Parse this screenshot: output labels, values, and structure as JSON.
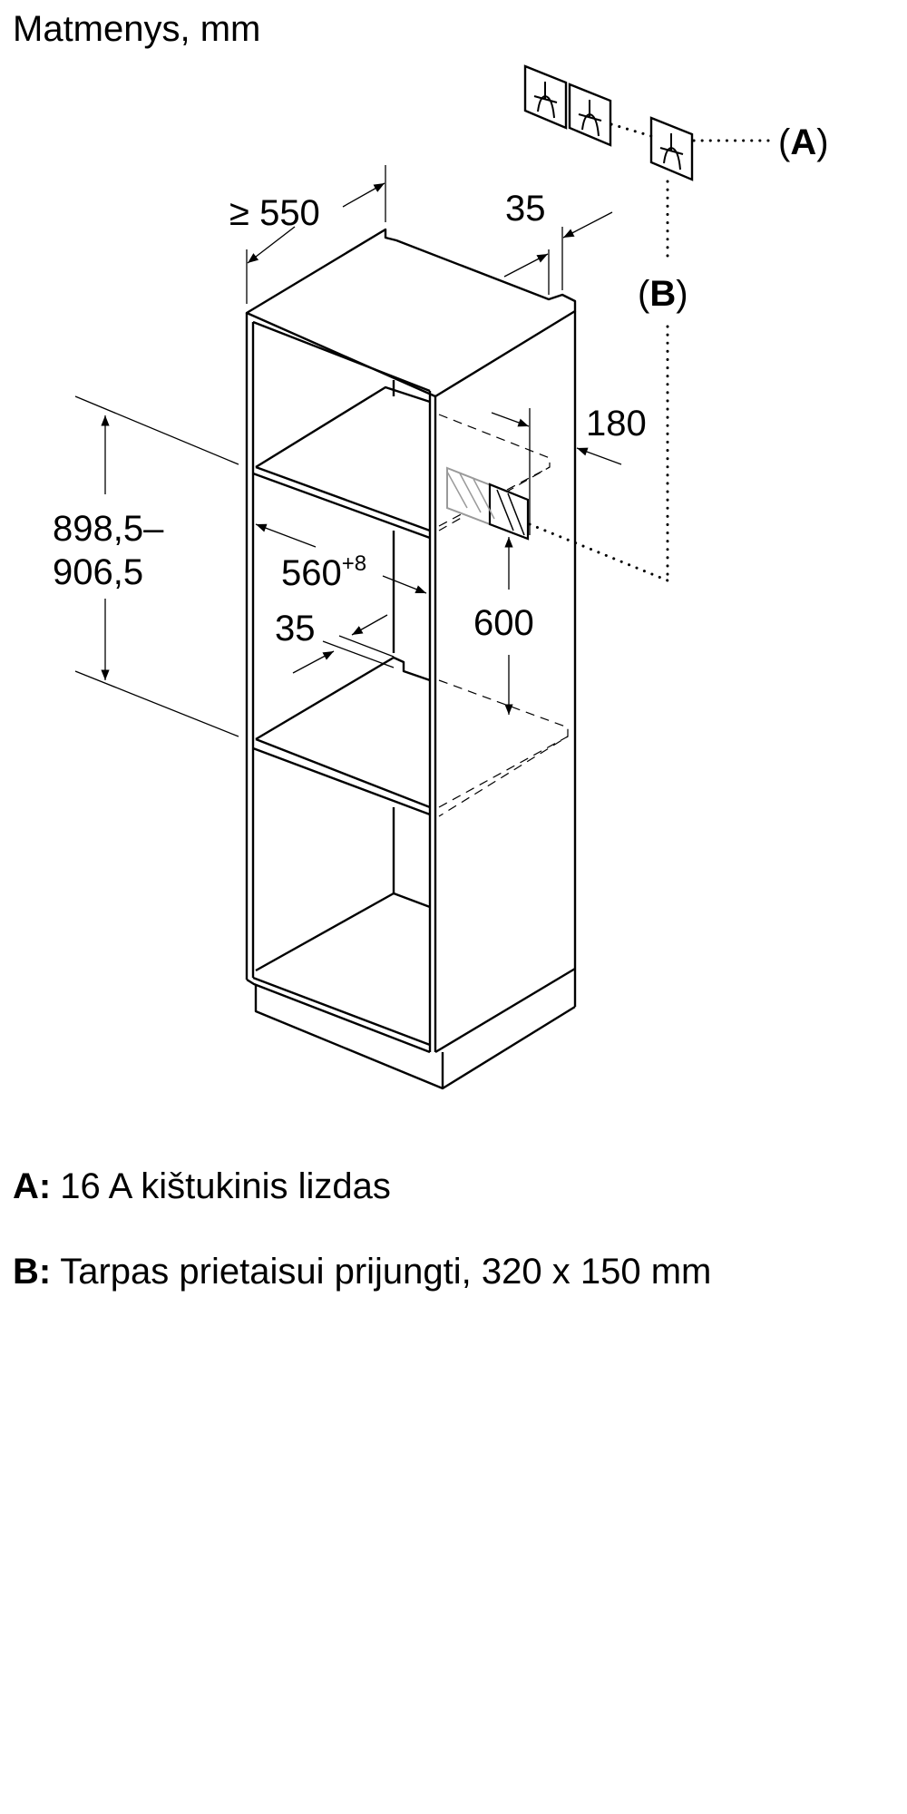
{
  "title": "Matmenys, mm",
  "dimensions": {
    "depth_min": "≥ 550",
    "top_offset": "35",
    "side_offset": "180",
    "height_range_line1": "898,5–",
    "height_range_line2": "906,5",
    "width": "560",
    "width_tolerance": "+8",
    "inner_offset": "35",
    "vertical_gap": "600"
  },
  "callouts": {
    "a": "(A)",
    "b": "(B)",
    "a_letter": "A",
    "b_letter": "B"
  },
  "legend": [
    {
      "key": "A:",
      "text": "16 A kištukinis lizdas"
    },
    {
      "key": "B:",
      "text": "Tarpas prietaisui prijungti, 320 x 150 mm"
    }
  ],
  "colors": {
    "line": "#000000",
    "hatch": "#9a9a9a",
    "background": "#ffffff"
  }
}
